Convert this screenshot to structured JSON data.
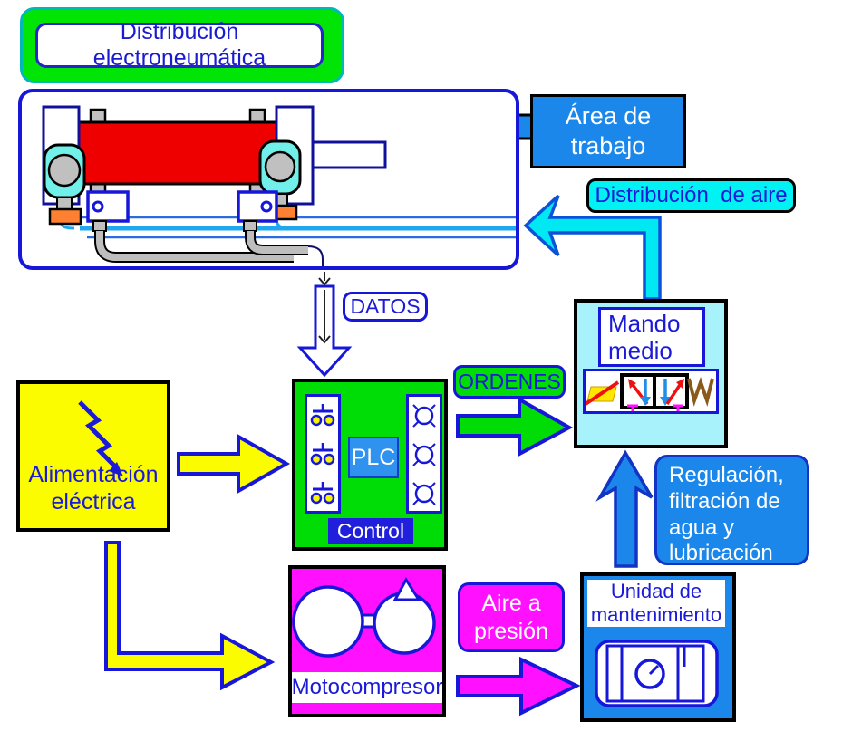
{
  "title": {
    "text": "Distribución electroneumática"
  },
  "work_area": {
    "label_line1": "Área de",
    "label_line2": "trabajo"
  },
  "air_distribution": {
    "label": "Distribución  de aire"
  },
  "mando_medio": {
    "line1": "Mando",
    "line2": "medio"
  },
  "datos": {
    "label": "DATOS"
  },
  "ordenes": {
    "label": "ORDENES"
  },
  "control": {
    "plc": "PLC",
    "label": "Control"
  },
  "alimentacion": {
    "line1": "Alimentación",
    "line2": "eléctrica"
  },
  "regulacion": {
    "line1": "Regulación,",
    "line2": "filtración de",
    "line3": "agua y",
    "line4": "lubricación"
  },
  "aire_presion": {
    "line1": "Aire a",
    "line2": "presión"
  },
  "motocompresor": {
    "label": "Motocompresor"
  },
  "unidad_mantenimiento": {
    "line1": "Unidad de",
    "line2": "mantenimiento"
  },
  "colors": {
    "accent_blue": "#1B87EA",
    "bright_green": "#00DC06",
    "cyan": "#00F2F2",
    "pale_cyan": "#A8F2FB",
    "magenta": "#FF10FF",
    "yellow": "#FCFC00",
    "cylinder_red": "#EE0000",
    "text_blue": "#1A1AD8",
    "border_blue": "#1717D9"
  }
}
